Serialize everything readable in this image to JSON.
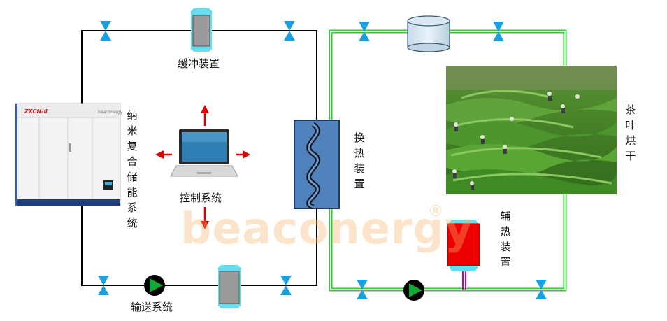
{
  "labels": {
    "buffer_device": "缓冲装置",
    "control_system": "控制系统",
    "transport_system": "输送系统",
    "storage_system": "纳米复合储能系统",
    "heat_exchanger": "换热装置",
    "tea_drying": "茶叶烘干",
    "aux_heater": "辅热装置"
  },
  "unit_panel": {
    "model": "ZXCN-Ⅱ",
    "brand": "beaconergy"
  },
  "watermark": {
    "text": "beaconergy",
    "mark": "®"
  },
  "colors": {
    "black_loop": "#000000",
    "green_loop": "#33cc33",
    "valve": "#1aa0e0",
    "arrow": "#e00000",
    "pump": "#11aa33",
    "heat_exchanger": "#4f81bd",
    "aux_heater": "#ee0000"
  }
}
